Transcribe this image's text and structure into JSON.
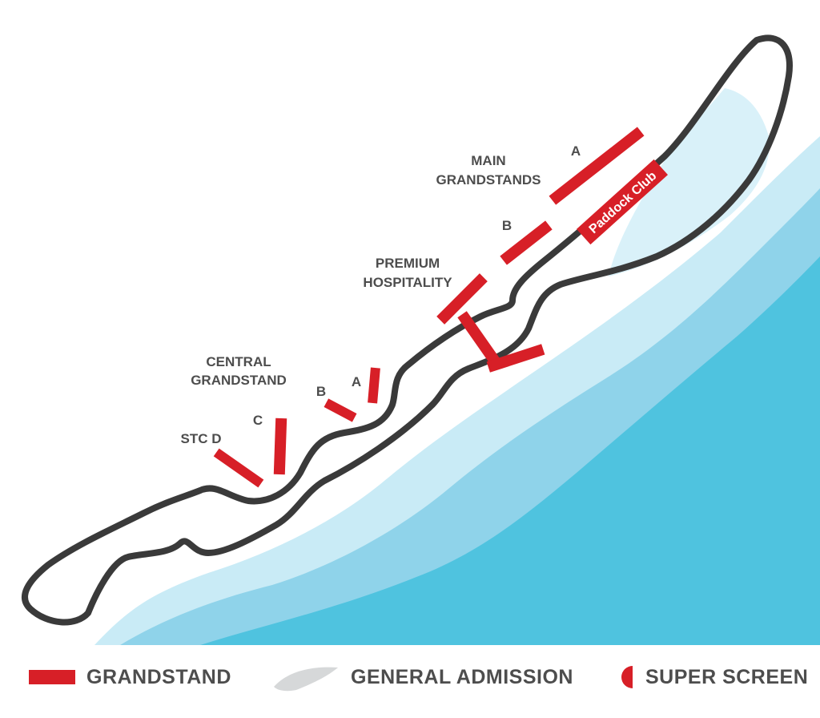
{
  "colors": {
    "water_deep": "#4fc3df",
    "water_mid": "#8fd3ea",
    "water_light": "#c9ebf6",
    "track": "#3a3a3a",
    "grandstand": "#d71f27",
    "general_admission": "#d6d8d9",
    "label_text": "#4d4d4d"
  },
  "map": {
    "main_grandstands": {
      "title_line1": "MAIN",
      "title_line2": "GRANDSTANDS",
      "stand_a": "A",
      "stand_b": "B"
    },
    "premium_hospitality": {
      "title_line1": "PREMIUM",
      "title_line2": "HOSPITALITY"
    },
    "paddock_club": "Paddock Club",
    "central_grandstand": {
      "title_line1": "CENTRAL",
      "title_line2": "GRANDSTAND",
      "stand_a": "A",
      "stand_b": "B",
      "stand_c": "C"
    },
    "stc_d": "STC D"
  },
  "legend": {
    "grandstand": "GRANDSTAND",
    "general_admission": "GENERAL ADMISSION",
    "super_screen": "SUPER SCREEN"
  }
}
